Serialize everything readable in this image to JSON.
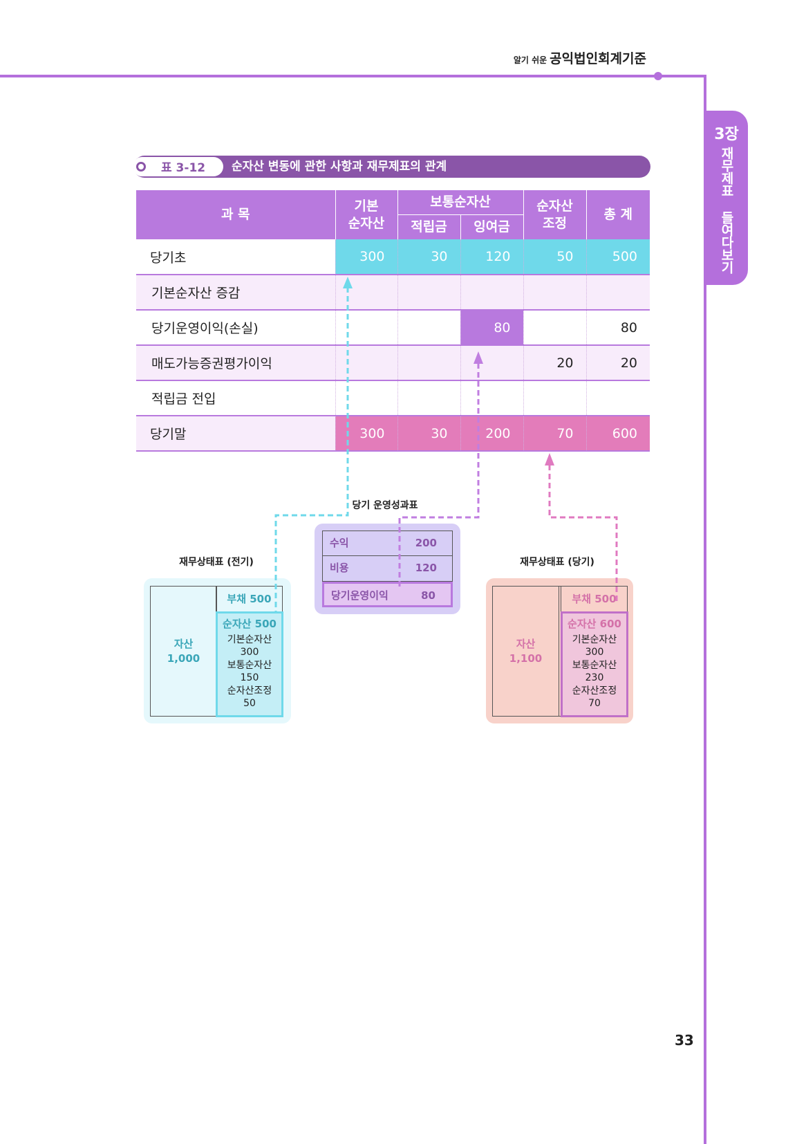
{
  "header": {
    "small": "알기 쉬운",
    "title": "공익법인회계기준"
  },
  "side_tab": {
    "chapter": "3장",
    "title": "재무제표 들여다보기"
  },
  "table_title": {
    "number": "표 3-12",
    "text": "순자산 변동에 관한 사항과 재무제표의 관계"
  },
  "table": {
    "headers": {
      "subject": "과 목",
      "basic": "기본 순자산",
      "common": "보통순자산",
      "reserve": "적립금",
      "surplus": "잉여금",
      "adjust": "순자산 조정",
      "total": "총 계"
    },
    "rows": [
      {
        "label": "당기초",
        "values": [
          "300",
          "30",
          "120",
          "50",
          "500"
        ]
      },
      {
        "label": "기본순자산 증감",
        "values": [
          "",
          "",
          "",
          "",
          ""
        ]
      },
      {
        "label": "당기운영이익(손실)",
        "values": [
          "",
          "",
          "80",
          "",
          "80"
        ]
      },
      {
        "label": "매도가능증권평가이익",
        "values": [
          "",
          "",
          "",
          "20",
          "20"
        ]
      },
      {
        "label": "적립금 전입",
        "values": [
          "",
          "",
          "",
          "",
          ""
        ]
      },
      {
        "label": "당기말",
        "values": [
          "300",
          "30",
          "200",
          "70",
          "600"
        ]
      }
    ]
  },
  "income_statement": {
    "title": "당기 운영성과표",
    "rows": [
      {
        "label": "수익",
        "value": "200"
      },
      {
        "label": "비용",
        "value": "120"
      },
      {
        "label": "당기운영이익",
        "value": "80"
      }
    ]
  },
  "bs_prior": {
    "title": "재무상태표 (전기)",
    "asset_label": "자산",
    "asset_value": "1,000",
    "liability": "부채 500",
    "net_assets": "순자산 500",
    "lines": [
      "기본순자산",
      "300",
      "보통순자산",
      "150",
      "순자산조정",
      "50"
    ]
  },
  "bs_current": {
    "title": "재무상태표 (당기)",
    "asset_label": "자산",
    "asset_value": "1,100",
    "liability": "부채 500",
    "net_assets": "순자산 600",
    "lines": [
      "기본순자산",
      "300",
      "보통순자산",
      "230",
      "순자산조정",
      "70"
    ]
  },
  "page_number": "33",
  "colors": {
    "purple": "#b879de",
    "dark_purple": "#8a55a8",
    "cyan": "#6fd9ea",
    "pink": "#e37cba"
  }
}
